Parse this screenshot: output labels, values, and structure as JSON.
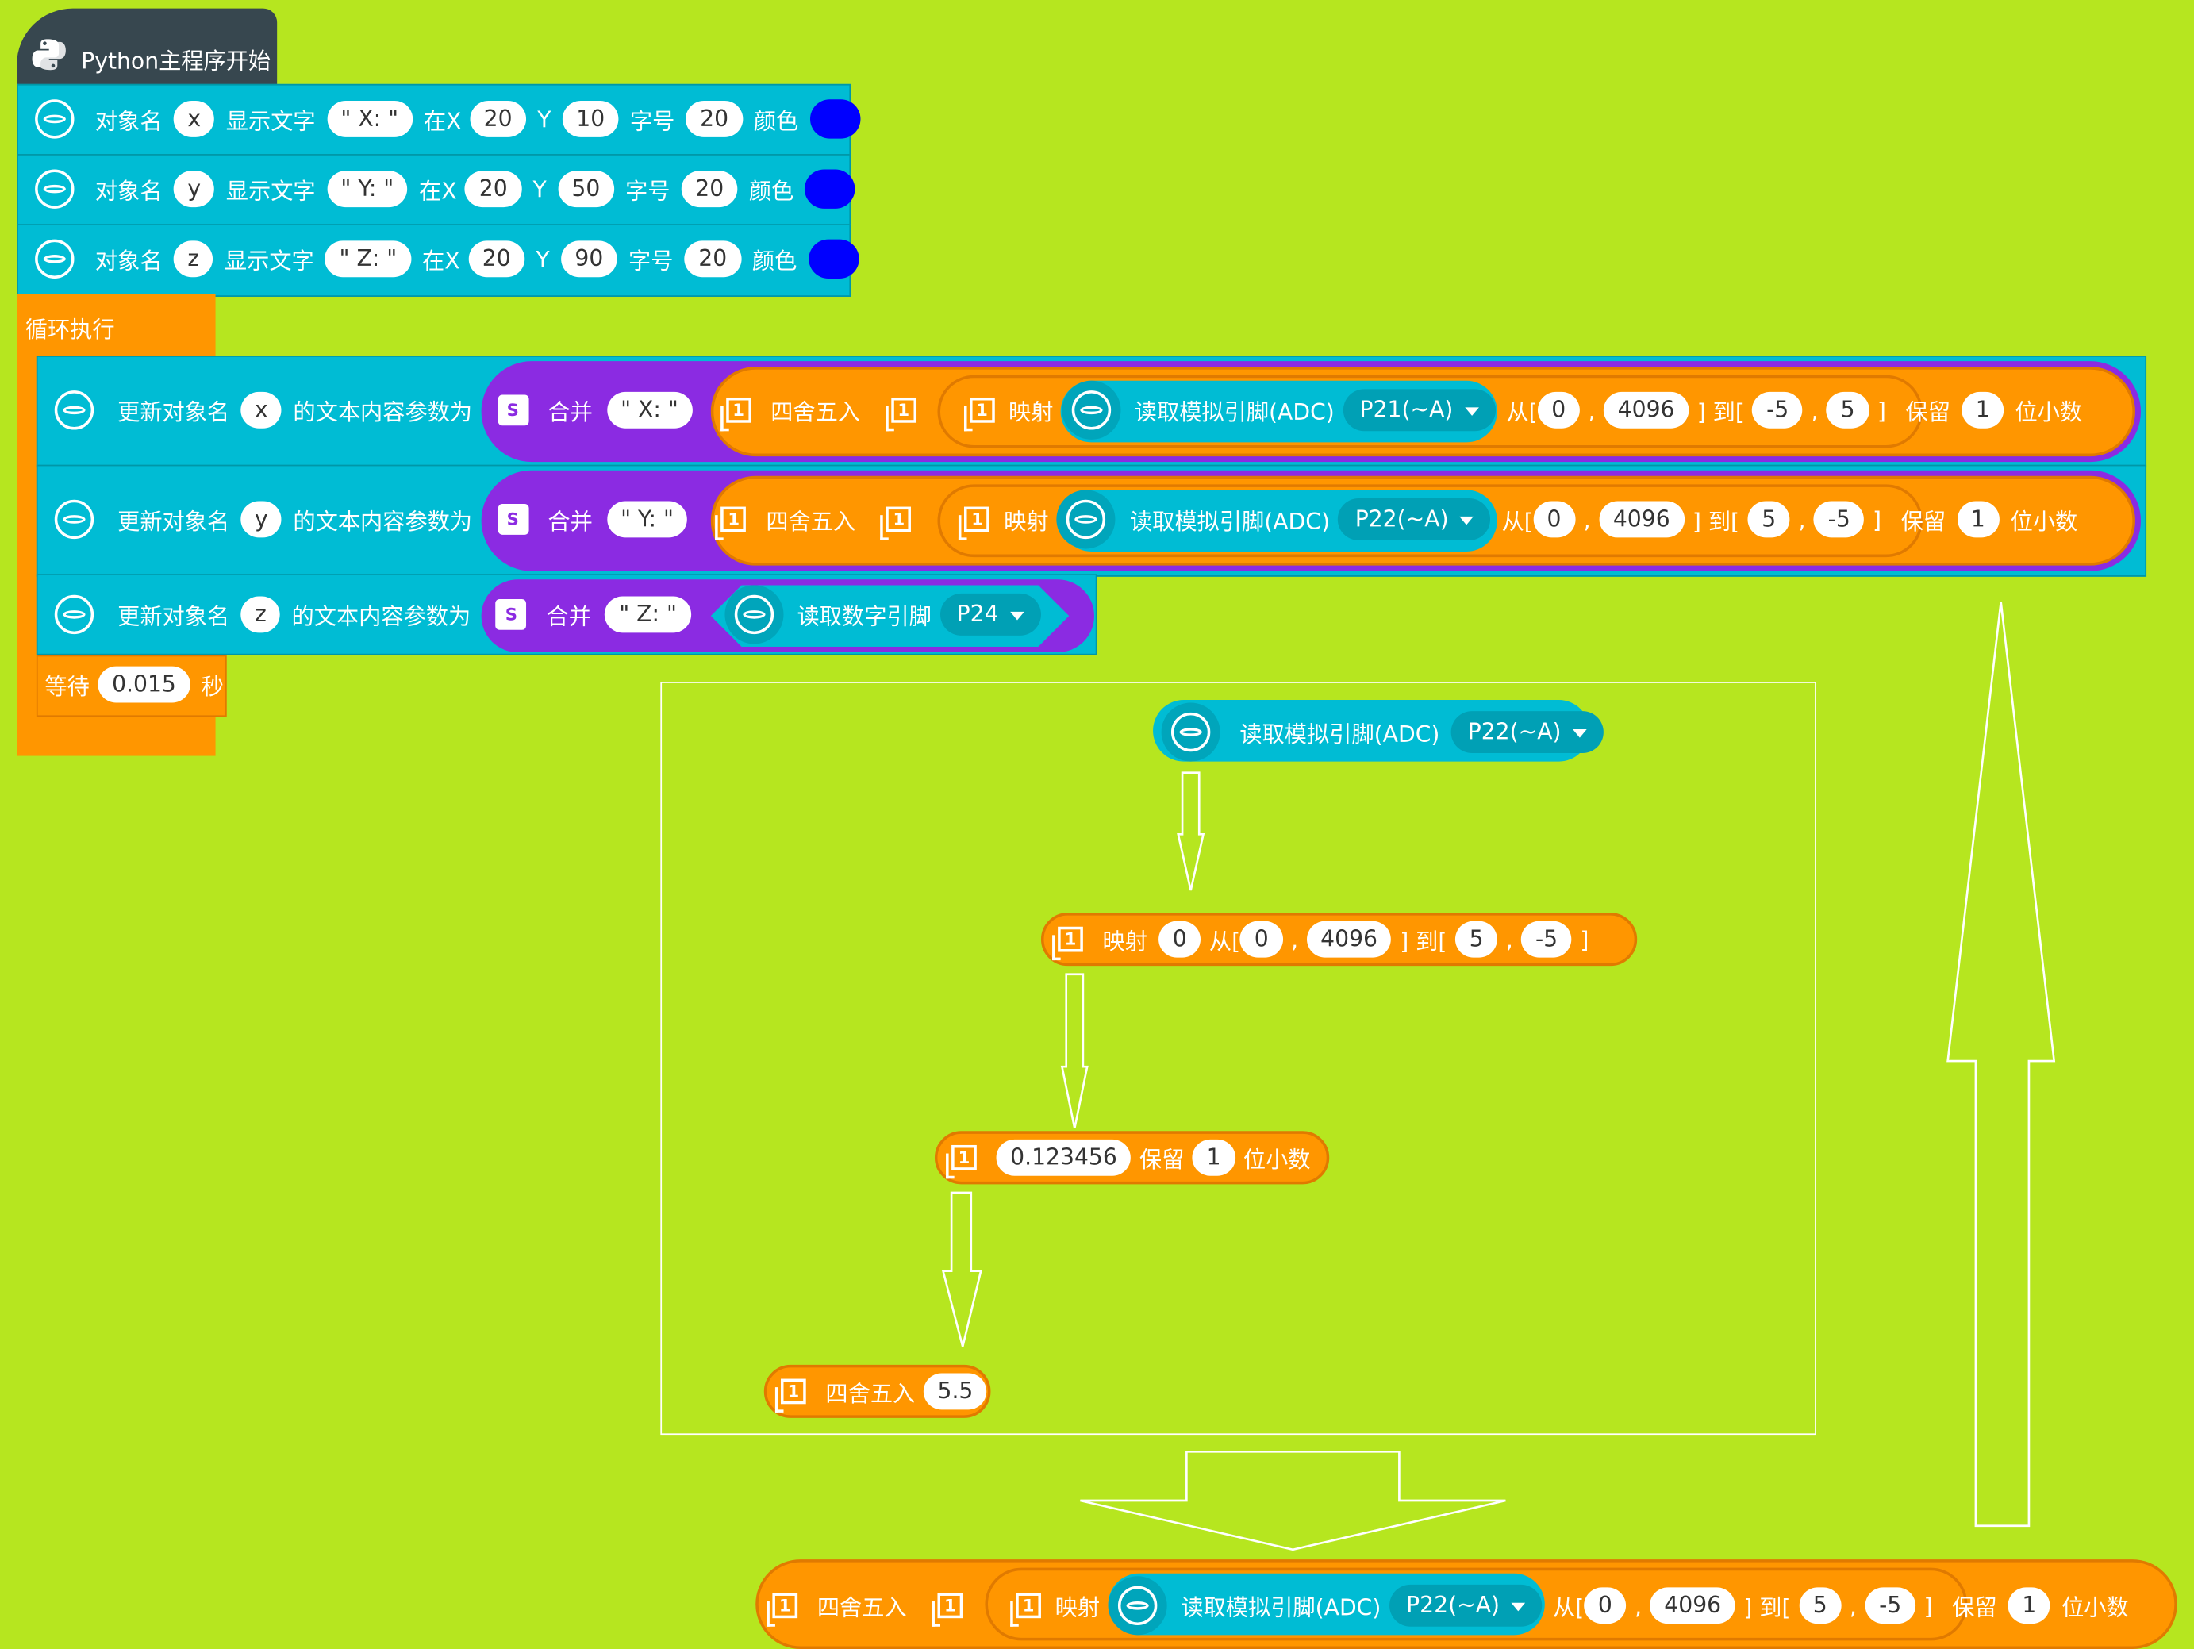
{
  "colors": {
    "background": "#b6e61f",
    "cyan": "#00bcd4",
    "orange": "#ff9600",
    "purple": "#8b2be2",
    "blue_swatch": "#0000ff"
  },
  "hat": {
    "label": "Python主程序开始",
    "icon": "python-logo-icon"
  },
  "display_blocks": [
    {
      "obj_label": "对象名",
      "obj": "x",
      "text_label": "显示文字",
      "text": "\" X: \"",
      "x_label": "在X",
      "x": "20",
      "y_label": "Y",
      "y": "10",
      "size_label": "字号",
      "size": "20",
      "color_label": "颜色"
    },
    {
      "obj_label": "对象名",
      "obj": "y",
      "text_label": "显示文字",
      "text": "\" Y: \"",
      "x_label": "在X",
      "x": "20",
      "y_label": "Y",
      "y": "50",
      "size_label": "字号",
      "size": "20",
      "color_label": "颜色"
    },
    {
      "obj_label": "对象名",
      "obj": "z",
      "text_label": "显示文字",
      "text": "\" Z: \"",
      "x_label": "在X",
      "x": "20",
      "y_label": "Y",
      "y": "90",
      "size_label": "字号",
      "size": "20",
      "color_label": "颜色"
    }
  ],
  "loop": {
    "label": "循环执行",
    "wait_label": "等待",
    "wait_value": "0.015",
    "wait_unit": "秒"
  },
  "update_blocks": [
    {
      "label": "更新对象名",
      "obj": "x",
      "suffix": "的文本内容参数为",
      "merge": "合并",
      "merge_text": "\" X:  \"",
      "round": "四舍五入",
      "map": "映射",
      "read": "读取模拟引脚(ADC)",
      "pin": "P21(~A)",
      "from": "从[",
      "from_a": "0",
      "from_b": "4096",
      "to": "] 到[",
      "to_a": "-5",
      "to_b": "5",
      "close": "]",
      "keep": "保留",
      "digits": "1",
      "digits_suffix": "位小数"
    },
    {
      "label": "更新对象名",
      "obj": "y",
      "suffix": "的文本内容参数为",
      "merge": "合并",
      "merge_text": "\" Y:  \"",
      "round": "四舍五入",
      "map": "映射",
      "read": "读取模拟引脚(ADC)",
      "pin": "P22(~A)",
      "from": "从[",
      "from_a": "0",
      "from_b": "4096",
      "to": "] 到[",
      "to_a": "5",
      "to_b": "-5",
      "close": "]",
      "keep": "保留",
      "digits": "1",
      "digits_suffix": "位小数"
    },
    {
      "label": "更新对象名",
      "obj": "z",
      "suffix": "的文本内容参数为",
      "merge": "合并",
      "merge_text": "\" Z:  \"",
      "read_digital": "读取数字引脚",
      "pin": "P24"
    }
  ],
  "explain": {
    "read": "读取模拟引脚(ADC)",
    "read_pin": "P22(~A)",
    "map": "映射",
    "map_value": "0",
    "from": "从[",
    "from_a": "0",
    "from_b": "4096",
    "to": "] 到[",
    "to_a": "5",
    "to_b": "-5",
    "close": "]",
    "keep_value": "0.123456",
    "keep": "保留",
    "keep_digits": "1",
    "keep_suffix": "位小数",
    "round": "四舍五入",
    "round_value": "5.5",
    "comma": ","
  },
  "bottom": {
    "round": "四舍五入",
    "map": "映射",
    "read": "读取模拟引脚(ADC)",
    "pin": "P22(~A)",
    "from": "从[",
    "from_a": "0",
    "from_b": "4096",
    "to": "] 到[",
    "to_a": "5",
    "to_b": "-5",
    "close": "]",
    "keep": "保留",
    "digits": "1",
    "digits_suffix": "位小数"
  }
}
